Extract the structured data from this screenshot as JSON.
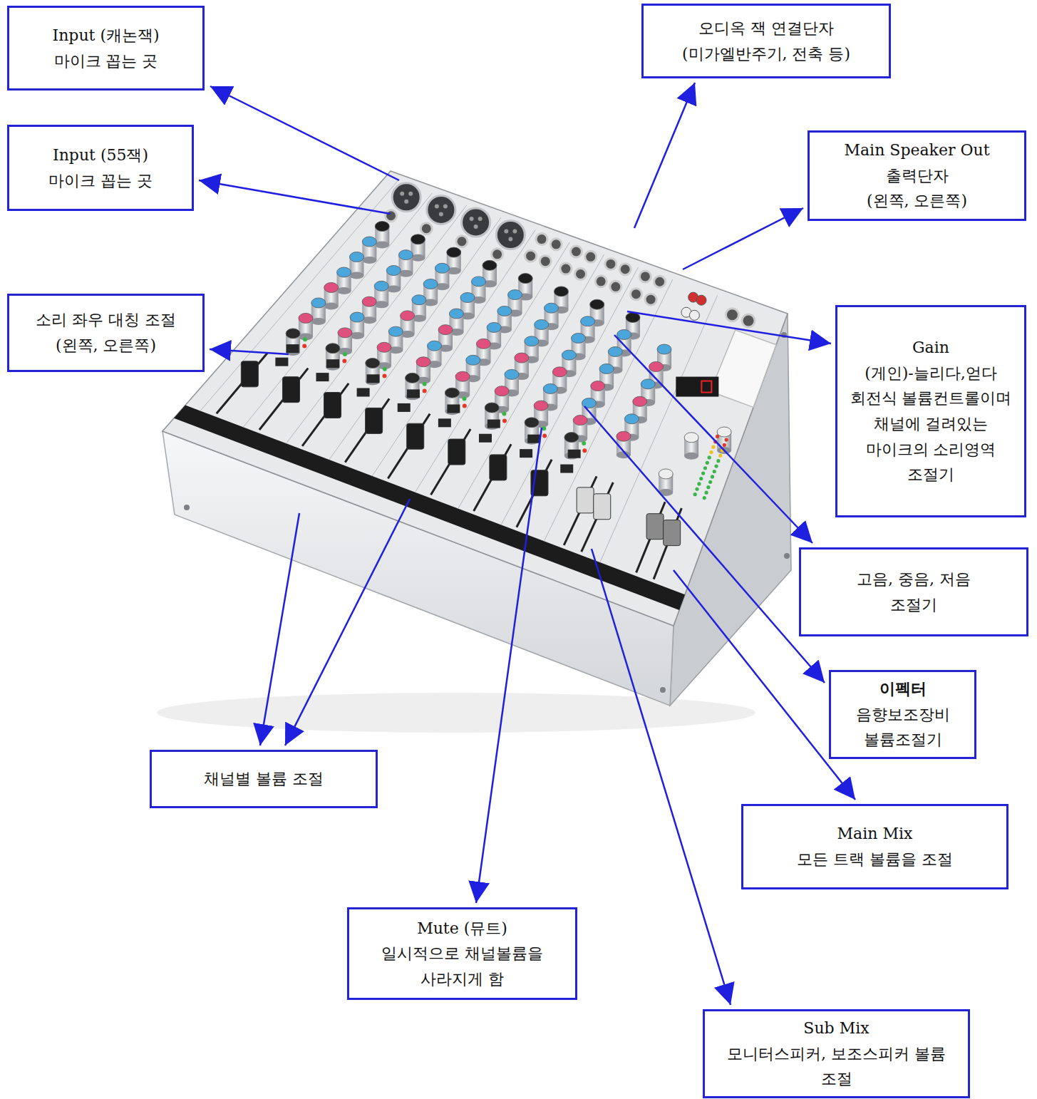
{
  "diagram": {
    "nodes": [
      {
        "text": [
          "Input (캐논잭)",
          "마이크 꼽는 곳"
        ]
      },
      {
        "text": [
          "오디옥 잭 연결단자",
          "(미가엘반주기, 전축 등)"
        ]
      },
      {
        "text": [
          "Input (55잭)",
          "마이크 꼽는 곳"
        ]
      },
      {
        "text": [
          "Main Speaker Out",
          "출력단자",
          "(왼쪽, 오른쪽)"
        ]
      },
      {
        "text": [
          "소리 좌우 대칭 조절",
          "(왼쪽, 오른쪽)"
        ]
      },
      {
        "text": [
          "Gain",
          "(게인)-늘리다,얻다",
          "회전식 볼륨컨트롤이며 채널에 걸려있는 마이크의 소리영역 조절기"
        ]
      },
      {
        "text": [
          "고음, 중음, 저음 조절기"
        ]
      },
      {
        "text": [
          "이펙터",
          "음향보조장비 볼륨조절기"
        ]
      },
      {
        "text": [
          "채널별 볼륨 조절"
        ]
      },
      {
        "text": [
          "Main Mix",
          "모든 트랙 볼륨을 조절"
        ]
      },
      {
        "text": [
          "Mute (뮤트)",
          "일시적으로 채널볼륨을 사라지게 함"
        ]
      },
      {
        "text": [
          "Sub Mix",
          "모니터스피커, 보조스피커 볼륨 조절"
        ]
      }
    ]
  }
}
